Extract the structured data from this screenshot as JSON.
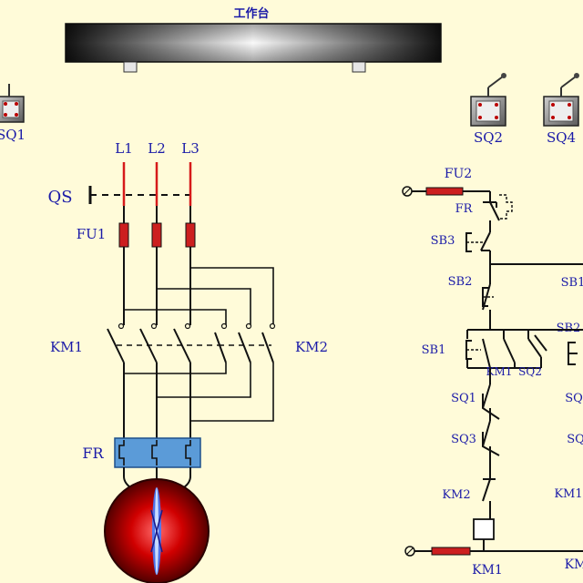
{
  "table_label": "工作台",
  "limit_switches": {
    "sq1": "SQ1",
    "sq2": "SQ2",
    "sq4": "SQ4"
  },
  "power": {
    "phases": [
      "L1",
      "L2",
      "L3"
    ],
    "isolator": "QS",
    "fuse": "FU1",
    "contactor_1": "KM1",
    "contactor_2": "KM2",
    "thermal_relay": "FR"
  },
  "control": {
    "fuse": "FU2",
    "thermal_contact": "FR",
    "stop_button": "SB3",
    "button_sb2": "SB2",
    "button_sb1_right": "SB1",
    "button_sb2_right": "SB2",
    "button_sb1": "SB1",
    "aux_km1": "KM1",
    "aux_sq2": "SQ2",
    "limit_sq1": "SQ1",
    "limit_sq3": "SQ3",
    "interlock_km2": "KM2",
    "coil_km1": "KM1",
    "right_sq1": "SQ",
    "right_sq3": "SQ",
    "right_km1": "KM1",
    "right_bottom": "KM"
  },
  "colors": {
    "background": "#fffbd9",
    "label": "#1a1aa8",
    "fuse": "#cc1f1f",
    "thermal_relay": "#5b9bd8",
    "motor": "#b30000"
  }
}
